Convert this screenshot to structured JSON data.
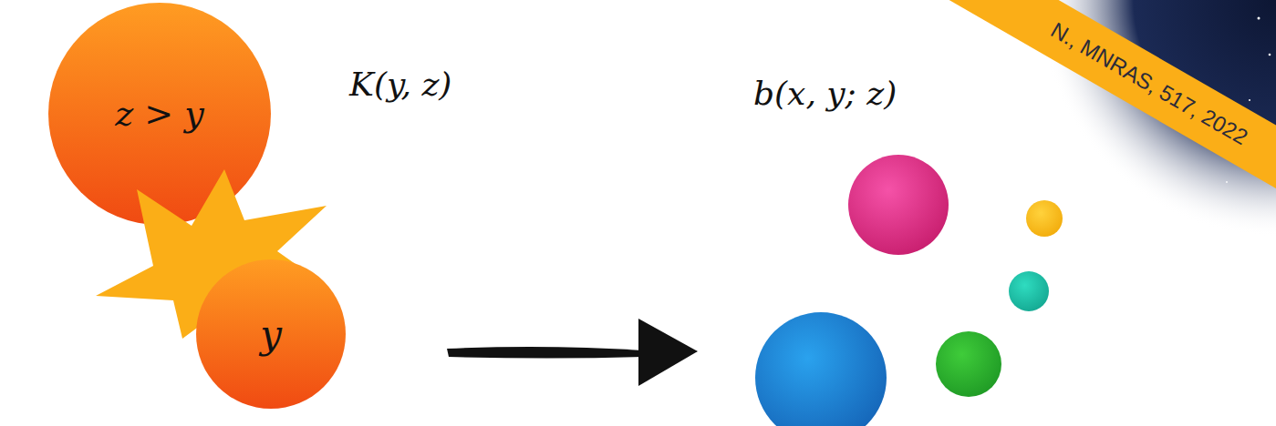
{
  "diagram": {
    "nodes": [
      {
        "text": [
          "z > y"
        ]
      },
      {
        "text": [
          "y"
        ]
      }
    ],
    "labels": [
      "K(y, z)",
      "b(x, y; z)",
      "N., MNRAS, 517, 2022"
    ]
  }
}
